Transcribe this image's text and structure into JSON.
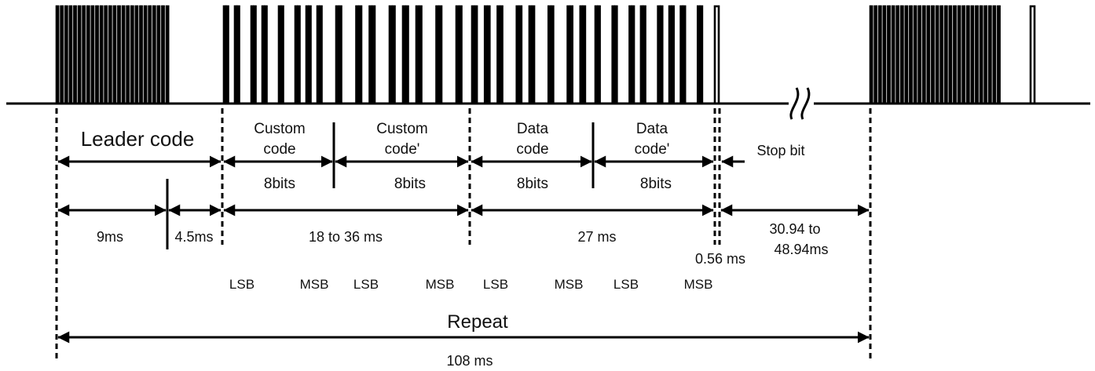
{
  "colors": {
    "line": "#000000",
    "text": "#111111",
    "background": "#ffffff"
  },
  "waveform": {
    "segments": [
      {
        "name": "leader-burst"
      },
      {
        "name": "custom-code-pulses"
      },
      {
        "name": "custom-code-prime-pulses"
      },
      {
        "name": "data-code-pulses"
      },
      {
        "name": "data-code-prime-pulses"
      },
      {
        "name": "stop-pulse"
      },
      {
        "name": "repeat-burst"
      },
      {
        "name": "repeat-stop-pulse"
      }
    ],
    "break_symbol": "break-icon"
  },
  "labels": {
    "leader_code": "Leader code",
    "custom_code_1": "Custom",
    "custom_code_2": "code",
    "custom_code_prime_1": "Custom",
    "custom_code_prime_2": "code'",
    "data_code_1": "Data",
    "data_code_2": "code",
    "data_code_prime_1": "Data",
    "data_code_prime_2": "code'",
    "stop_bit": "Stop bit",
    "bits_custom": "8bits",
    "bits_custom_prime": "8bits",
    "bits_data": "8bits",
    "bits_data_prime": "8bits"
  },
  "timings": {
    "leader_high": "9ms",
    "leader_low": "4.5ms",
    "custom_total": "18 to 36 ms",
    "data_total": "27 ms",
    "stop_pulse": "0.56 ms",
    "gap_1": "30.94 to",
    "gap_2": "48.94ms"
  },
  "bit_order": {
    "b1": "LSB",
    "b2": "MSB",
    "b3": "LSB",
    "b4": "MSB",
    "b5": "LSB",
    "b6": "MSB",
    "b7": "LSB",
    "b8": "MSB"
  },
  "repeat": {
    "label": "Repeat",
    "period": "108 ms"
  }
}
